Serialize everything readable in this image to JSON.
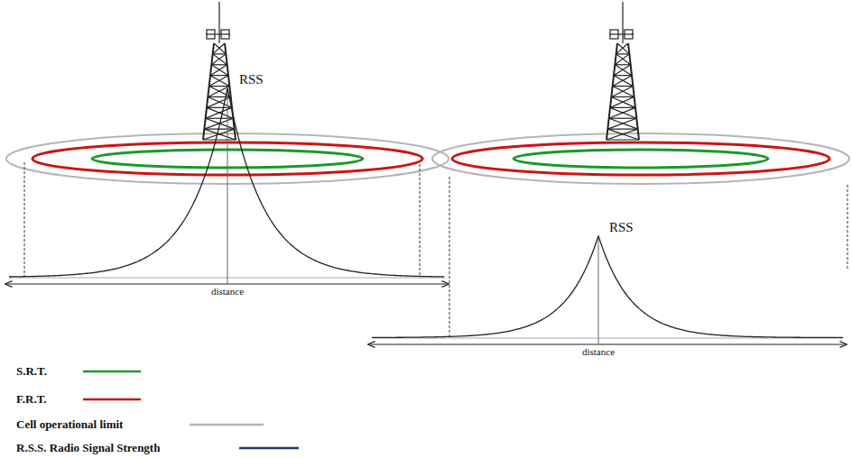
{
  "diagram": {
    "labels": [
      "RSS",
      "distance",
      "RSS",
      "distance"
    ],
    "legend": [
      {
        "text": "S.R.T."
      },
      {
        "text": "F.R.T."
      },
      {
        "text": "Cell operational limit"
      },
      {
        "text": "R.S.S. Radio Signal Strength"
      }
    ]
  }
}
